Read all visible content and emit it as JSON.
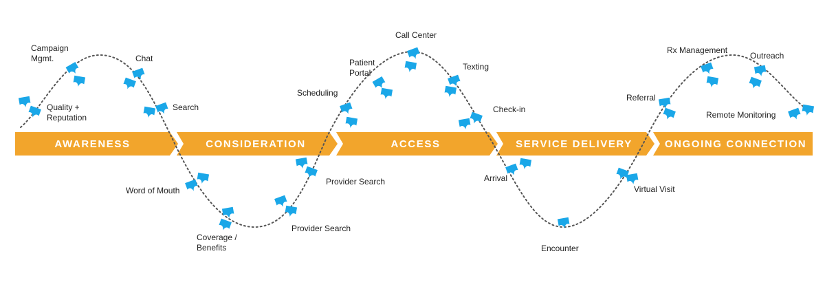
{
  "colors": {
    "band": "#F2A52C",
    "marker": "#1AA7E8",
    "path": "#555555",
    "text": "#222222"
  },
  "stages": [
    {
      "label": "AWARENESS"
    },
    {
      "label": "CONSIDERATION"
    },
    {
      "label": "ACCESS"
    },
    {
      "label": "SERVICE DELIVERY"
    },
    {
      "label": "ONGOING CONNECTION"
    }
  ],
  "touchpoints": [
    {
      "id": "campaign-mgmt",
      "lines": [
        "Campaign",
        "Mgmt."
      ]
    },
    {
      "id": "chat",
      "lines": [
        "Chat"
      ]
    },
    {
      "id": "quality-reputation",
      "lines": [
        "Quality +",
        "Reputation"
      ]
    },
    {
      "id": "search",
      "lines": [
        "Search"
      ]
    },
    {
      "id": "word-of-mouth",
      "lines": [
        "Word of Mouth"
      ]
    },
    {
      "id": "coverage-benefits",
      "lines": [
        "Coverage /",
        "Benefits"
      ]
    },
    {
      "id": "provider-search-1",
      "lines": [
        "Provider Search"
      ]
    },
    {
      "id": "provider-search-2",
      "lines": [
        "Provider Search"
      ]
    },
    {
      "id": "scheduling",
      "lines": [
        "Scheduling"
      ]
    },
    {
      "id": "patient-portal",
      "lines": [
        "Patient",
        "Portal"
      ]
    },
    {
      "id": "call-center",
      "lines": [
        "Call Center"
      ]
    },
    {
      "id": "texting",
      "lines": [
        "Texting"
      ]
    },
    {
      "id": "check-in",
      "lines": [
        "Check-in"
      ]
    },
    {
      "id": "arrival",
      "lines": [
        "Arrival"
      ]
    },
    {
      "id": "encounter",
      "lines": [
        "Encounter"
      ]
    },
    {
      "id": "virtual-visit",
      "lines": [
        "Virtual Visit"
      ]
    },
    {
      "id": "referral",
      "lines": [
        "Referral"
      ]
    },
    {
      "id": "rx-management",
      "lines": [
        "Rx Management"
      ]
    },
    {
      "id": "outreach",
      "lines": [
        "Outreach"
      ]
    },
    {
      "id": "remote-monitoring",
      "lines": [
        "Remote Monitoring"
      ]
    }
  ]
}
